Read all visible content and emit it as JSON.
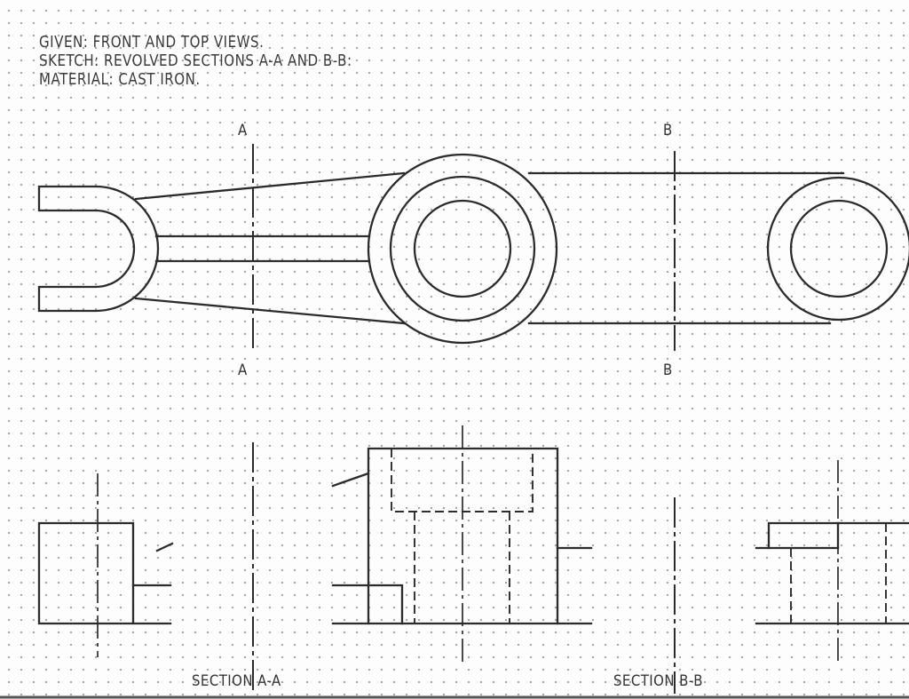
{
  "notes": {
    "given": "GIVEN: FRONT AND TOP VIEWS.",
    "sketch": "SKETCH: REVOLVED SECTIONS A-A AND B-B:",
    "material": "MATERIAL: CAST IRON."
  },
  "cutting_planes": {
    "a_top": "A",
    "a_bottom": "A",
    "b_top": "B",
    "b_bottom": "B"
  },
  "captions": {
    "section_aa": "SECTION A-A",
    "section_bb": "SECTION B-B"
  }
}
